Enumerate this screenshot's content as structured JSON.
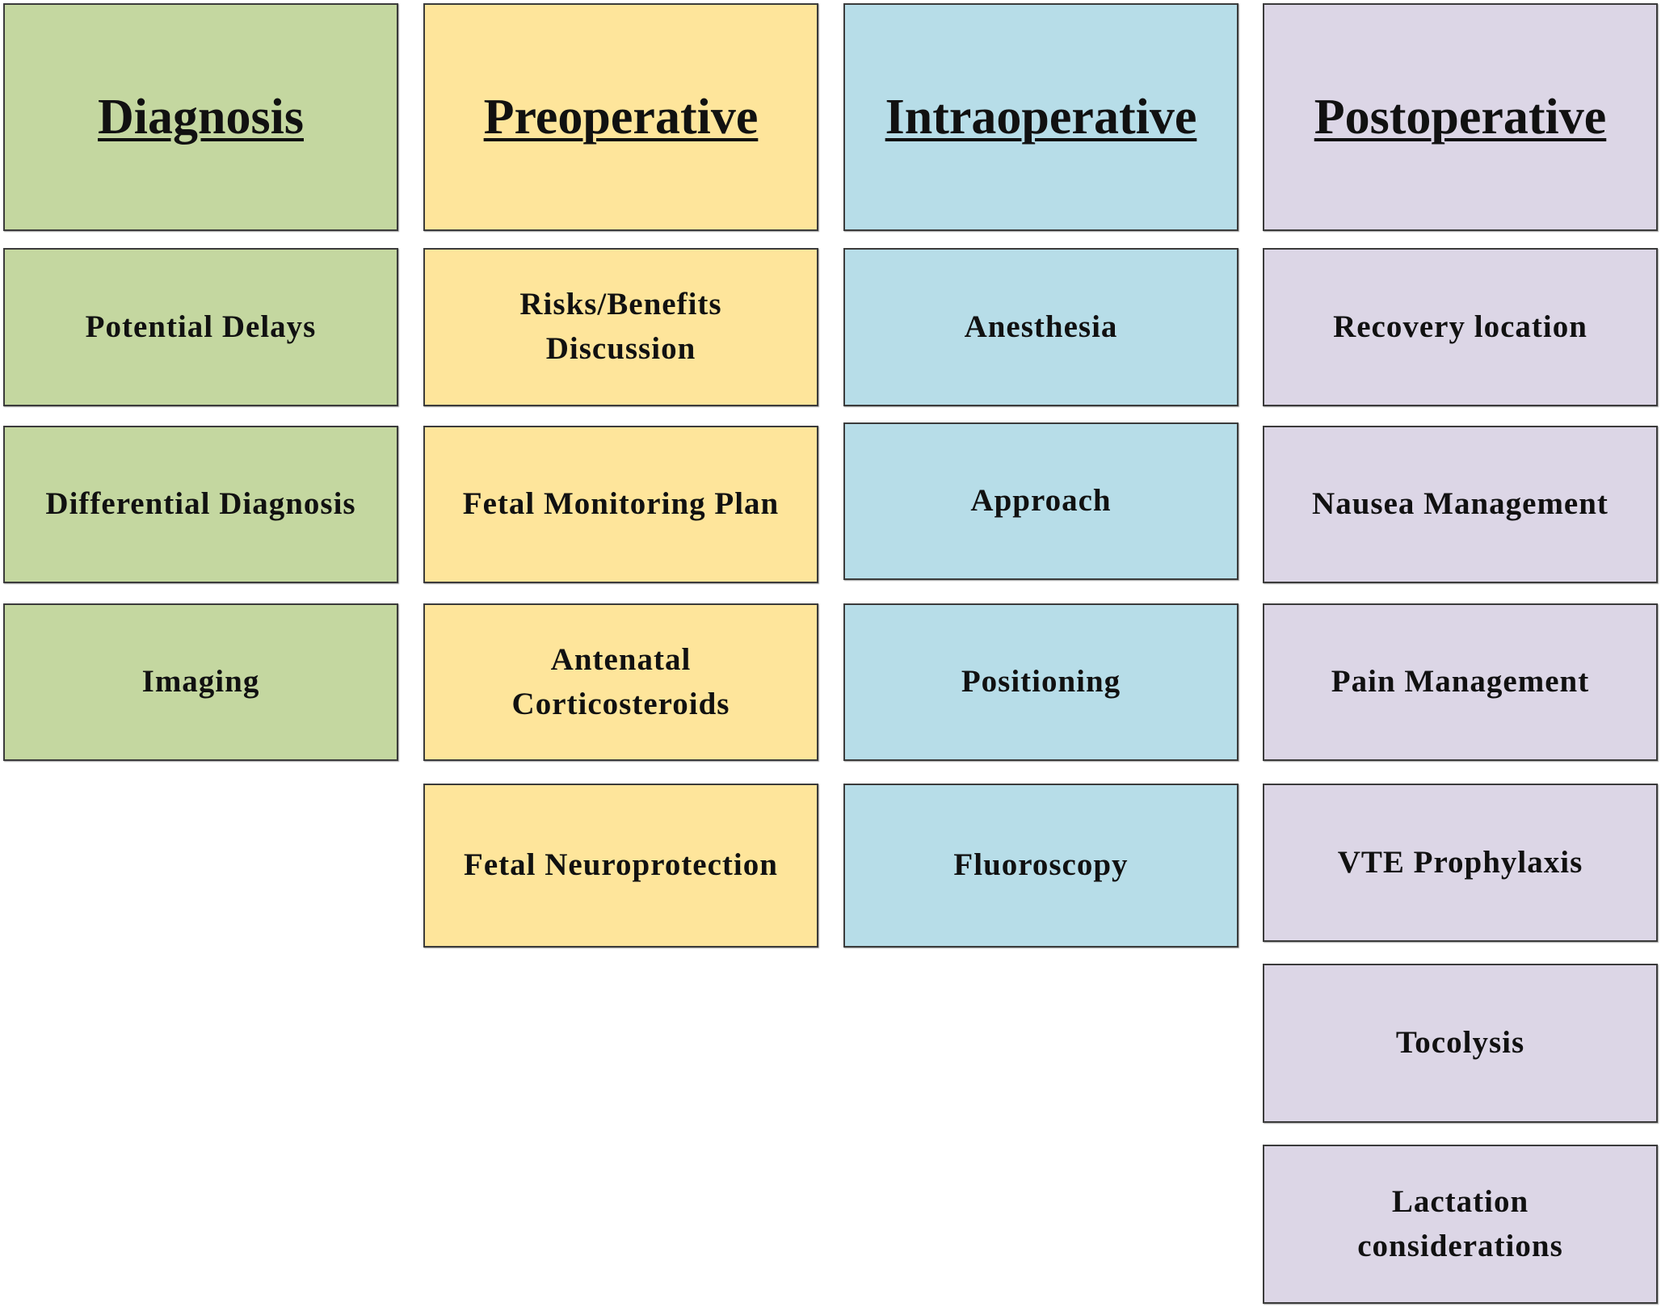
{
  "colors": {
    "diagnosis": "#c4d7a0",
    "preoperative": "#fee59b",
    "intraoperative": "#b7dde8",
    "postoperative": "#dcd6e6"
  },
  "columns": [
    {
      "title": "Diagnosis",
      "items": [
        "Potential Delays",
        "Differential Diagnosis",
        "Imaging"
      ]
    },
    {
      "title": "Preoperative",
      "items": [
        "Risks/Benefits\nDiscussion",
        "Fetal Monitoring Plan",
        "Antenatal\nCorticosteroids",
        "Fetal Neuroprotection"
      ]
    },
    {
      "title": "Intraoperative",
      "items": [
        "Anesthesia",
        "Approach",
        "Positioning",
        "Fluoroscopy"
      ]
    },
    {
      "title": "Postoperative",
      "items": [
        "Recovery location",
        "Nausea Management",
        "Pain Management",
        "VTE Prophylaxis",
        "Tocolysis",
        "Lactation\nconsiderations"
      ]
    }
  ]
}
